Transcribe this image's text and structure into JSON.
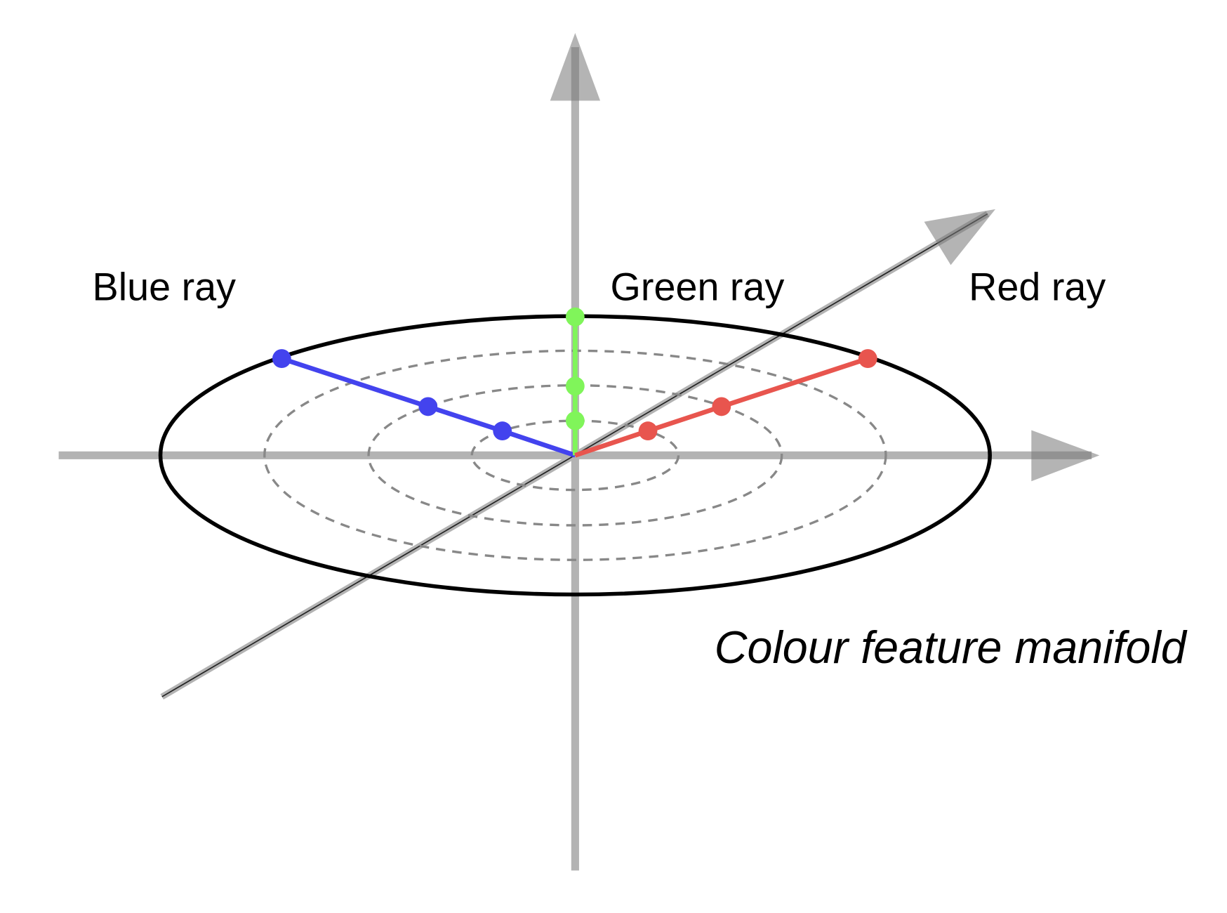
{
  "labels": {
    "blue_ray": "Blue ray",
    "green_ray": "Green ray",
    "red_ray": "Red ray",
    "manifold": "Colour feature manifold"
  },
  "colors": {
    "blue": "#4343ee",
    "green": "#80f55a",
    "red": "#e8554e",
    "axis": "#b3b3b3",
    "dashed": "#888888"
  }
}
